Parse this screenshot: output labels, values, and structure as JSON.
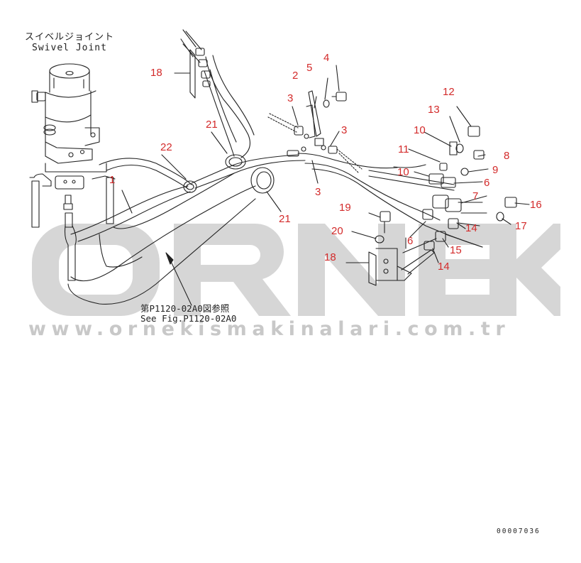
{
  "watermark": {
    "brand": "ORNEK",
    "url": "www.ornekismakinalari.com.tr",
    "color": "#c8c8c8"
  },
  "title": {
    "jp": "スイベルジョイント",
    "en": "Swivel Joint"
  },
  "reference": {
    "jp": "第P1120-02A0図参照",
    "en": "See Fig.P1120-02A0"
  },
  "drawing_code": "00007036",
  "label_color": "#d32a2a",
  "callouts": [
    "1",
    "2",
    "3",
    "3",
    "3",
    "4",
    "5",
    "6",
    "6",
    "7",
    "8",
    "9",
    "10",
    "10",
    "11",
    "12",
    "13",
    "14",
    "14",
    "15",
    "16",
    "17",
    "18",
    "18",
    "19",
    "20",
    "21",
    "21",
    "22"
  ]
}
